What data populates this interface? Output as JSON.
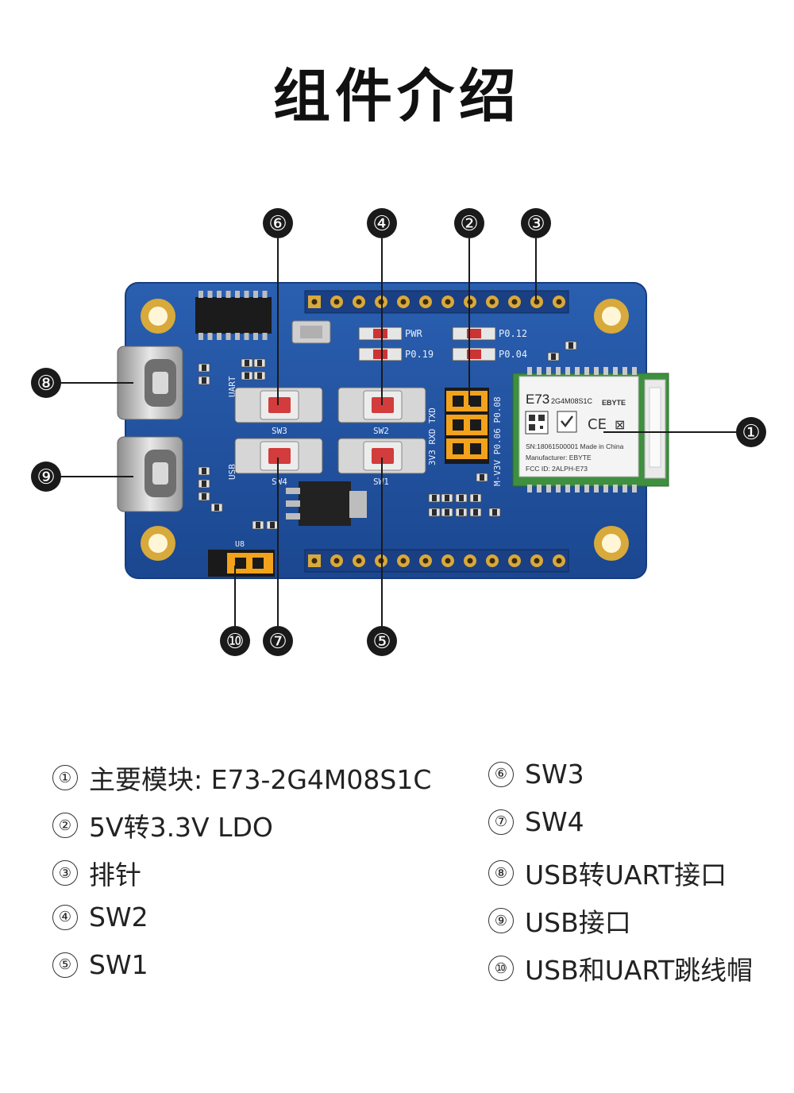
{
  "title": "组件介绍",
  "diagram": {
    "module": {
      "model": "E73",
      "part": "2G4M08S1C",
      "brand": "EBYTE",
      "sn": "SN:18061500001  Made in China",
      "manufacturer": "Manufacturer: EBYTE",
      "fcc": "FCC ID: 2ALPH-E73"
    },
    "silkscreen": {
      "pwr": "PWR",
      "p019": "P0.19",
      "p012": "P0.12",
      "p004": "P0.04",
      "uart": "UART",
      "usb": "USB",
      "sw3": "SW3",
      "sw2": "SW2",
      "sw4": "SW4",
      "sw1": "SW1",
      "txd": "3V3 RXD TXD",
      "pins": "M-V3V P0.06 P0.08",
      "u8": "U8"
    },
    "callouts": [
      "①",
      "②",
      "③",
      "④",
      "⑤",
      "⑥",
      "⑦",
      "⑧",
      "⑨",
      "⑩"
    ]
  },
  "legend": [
    {
      "num": "①",
      "text": "主要模块: E73-2G4M08S1C"
    },
    {
      "num": "②",
      "text": "5V转3.3V LDO"
    },
    {
      "num": "③",
      "text": "排针"
    },
    {
      "num": "④",
      "text": "SW2"
    },
    {
      "num": "⑤",
      "text": "SW1"
    },
    {
      "num": "⑥",
      "text": "SW3"
    },
    {
      "num": "⑦",
      "text": "SW4"
    },
    {
      "num": "⑧",
      "text": "USB转UART接口"
    },
    {
      "num": "⑨",
      "text": "USB接口"
    },
    {
      "num": "⑩",
      "text": "USB和UART跳线帽"
    }
  ],
  "colors": {
    "board": "#1f4f9e",
    "board_edge": "#163d80",
    "pad_gold": "#d8a93b",
    "jumper": "#f3a21c",
    "module_green": "#3e8f3e",
    "callout": "#1a1a1a"
  }
}
